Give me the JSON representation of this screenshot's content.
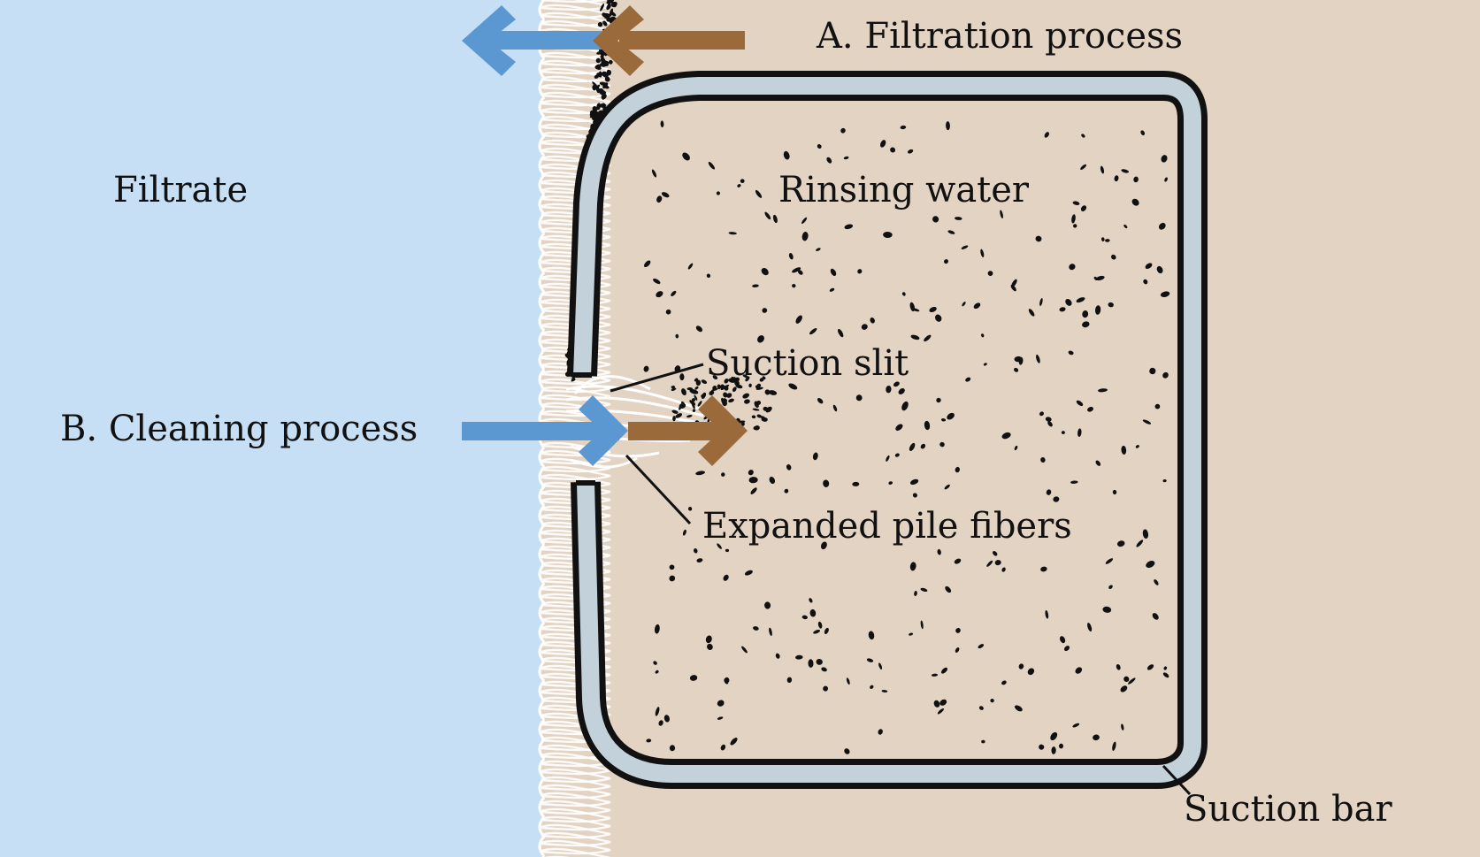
{
  "labels": {
    "filtration": "A. Filtration process",
    "filtrate": "Filtrate",
    "rinsing": "Rinsing water",
    "suction_slit": "Suction slit",
    "cleaning": "B. Cleaning process",
    "expanded_fibers": "Expanded pile fibers",
    "suction_bar": "Suction bar"
  },
  "colors": {
    "filtrate_bg": "#c6dff5",
    "sludge_bg": "#e3d3c2",
    "bar_fill": "#c3d2da",
    "blue_arrow": "#5b98d2",
    "brown_arrow": "#9a6a3a",
    "particle": "#111111"
  }
}
